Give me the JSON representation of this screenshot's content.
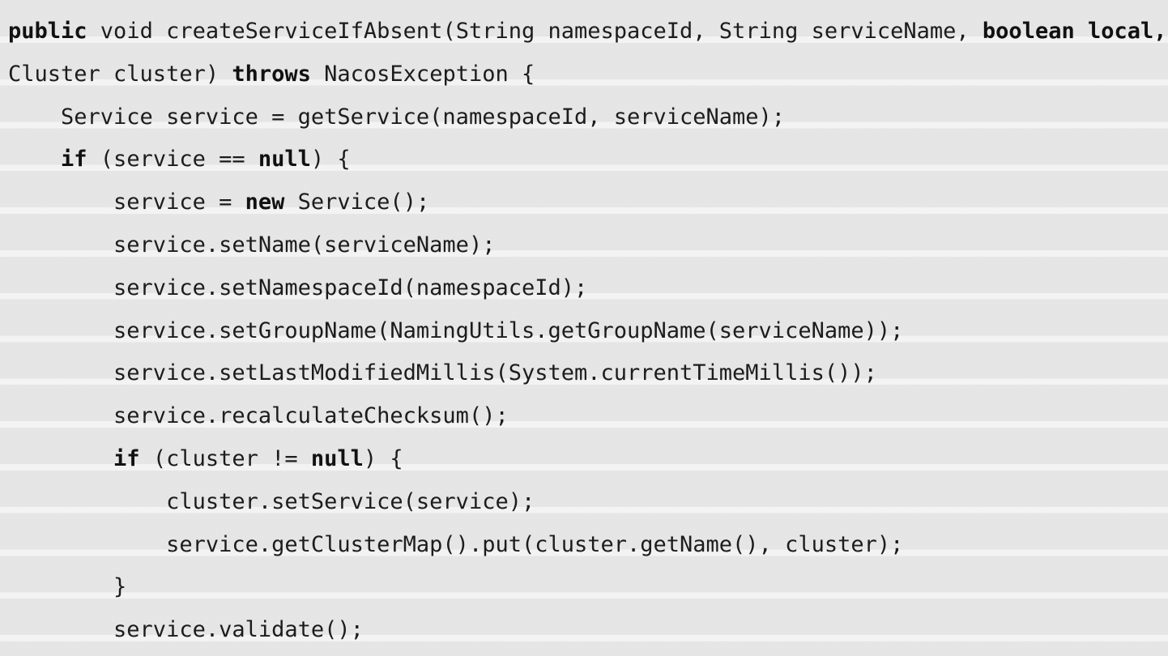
{
  "code_block": {
    "language": "java",
    "background_color": "#e9e9e9",
    "text_color": "#1c1c1c",
    "keyword_style": "bold",
    "lines": [
      {
        "segments": [
          {
            "t": "public",
            "b": true
          },
          {
            "t": " void createServiceIfAbsent(String namespaceId, String serviceName, ",
            "b": false
          },
          {
            "t": "boolean local,",
            "b": true
          }
        ]
      },
      {
        "segments": [
          {
            "t": "Cluster cluster) ",
            "b": false
          },
          {
            "t": "throws",
            "b": true
          },
          {
            "t": " NacosException {",
            "b": false
          }
        ]
      },
      {
        "segments": [
          {
            "t": "    Service service = getService(namespaceId, serviceName);",
            "b": false
          }
        ]
      },
      {
        "segments": [
          {
            "t": "    ",
            "b": false
          },
          {
            "t": "if",
            "b": true
          },
          {
            "t": " (service == ",
            "b": false
          },
          {
            "t": "null",
            "b": true
          },
          {
            "t": ") {",
            "b": false
          }
        ]
      },
      {
        "segments": [
          {
            "t": "        service = ",
            "b": false
          },
          {
            "t": "new",
            "b": true
          },
          {
            "t": " Service();",
            "b": false
          }
        ]
      },
      {
        "segments": [
          {
            "t": "        service.setName(serviceName);",
            "b": false
          }
        ]
      },
      {
        "segments": [
          {
            "t": "        service.setNamespaceId(namespaceId);",
            "b": false
          }
        ]
      },
      {
        "segments": [
          {
            "t": "        service.setGroupName(NamingUtils.getGroupName(serviceName));",
            "b": false
          }
        ]
      },
      {
        "segments": [
          {
            "t": "        service.setLastModifiedMillis(System.currentTimeMillis());",
            "b": false
          }
        ]
      },
      {
        "segments": [
          {
            "t": "        service.recalculateChecksum();",
            "b": false
          }
        ]
      },
      {
        "segments": [
          {
            "t": "        ",
            "b": false
          },
          {
            "t": "if",
            "b": true
          },
          {
            "t": " (cluster != ",
            "b": false
          },
          {
            "t": "null",
            "b": true
          },
          {
            "t": ") {",
            "b": false
          }
        ]
      },
      {
        "segments": [
          {
            "t": "            cluster.setService(service);",
            "b": false
          }
        ]
      },
      {
        "segments": [
          {
            "t": "            service.getClusterMap().put(cluster.getName(), cluster);",
            "b": false
          }
        ]
      },
      {
        "segments": [
          {
            "t": "        }",
            "b": false
          }
        ]
      },
      {
        "segments": [
          {
            "t": "        service.validate();",
            "b": false
          }
        ]
      }
    ]
  }
}
